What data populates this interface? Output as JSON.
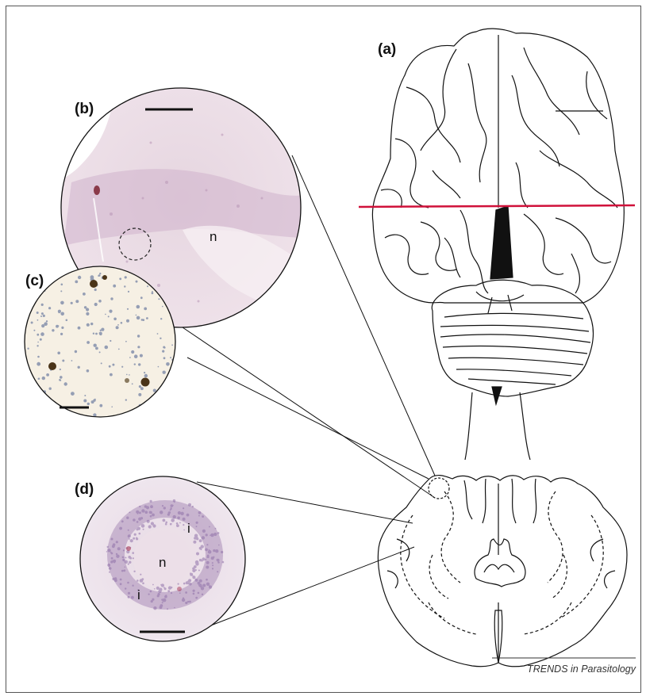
{
  "figure": {
    "panel_labels": {
      "a": "(a)",
      "b": "(b)",
      "c": "(c)",
      "d": "(d)"
    },
    "inset_b": {
      "label_n": "n"
    },
    "inset_d": {
      "label_n": "n",
      "label_i_top": "i",
      "label_i_bottom": "i"
    },
    "footer": "TRENDS in Parasitology",
    "colors": {
      "section_line": "#d0113a",
      "stain_bg": "#ecdde6",
      "stain_dense": "#b58bb7",
      "dab_bg": "#f6f0e4",
      "nuclei": "#7d8aa8",
      "brown_cells": "#4a3418"
    }
  }
}
